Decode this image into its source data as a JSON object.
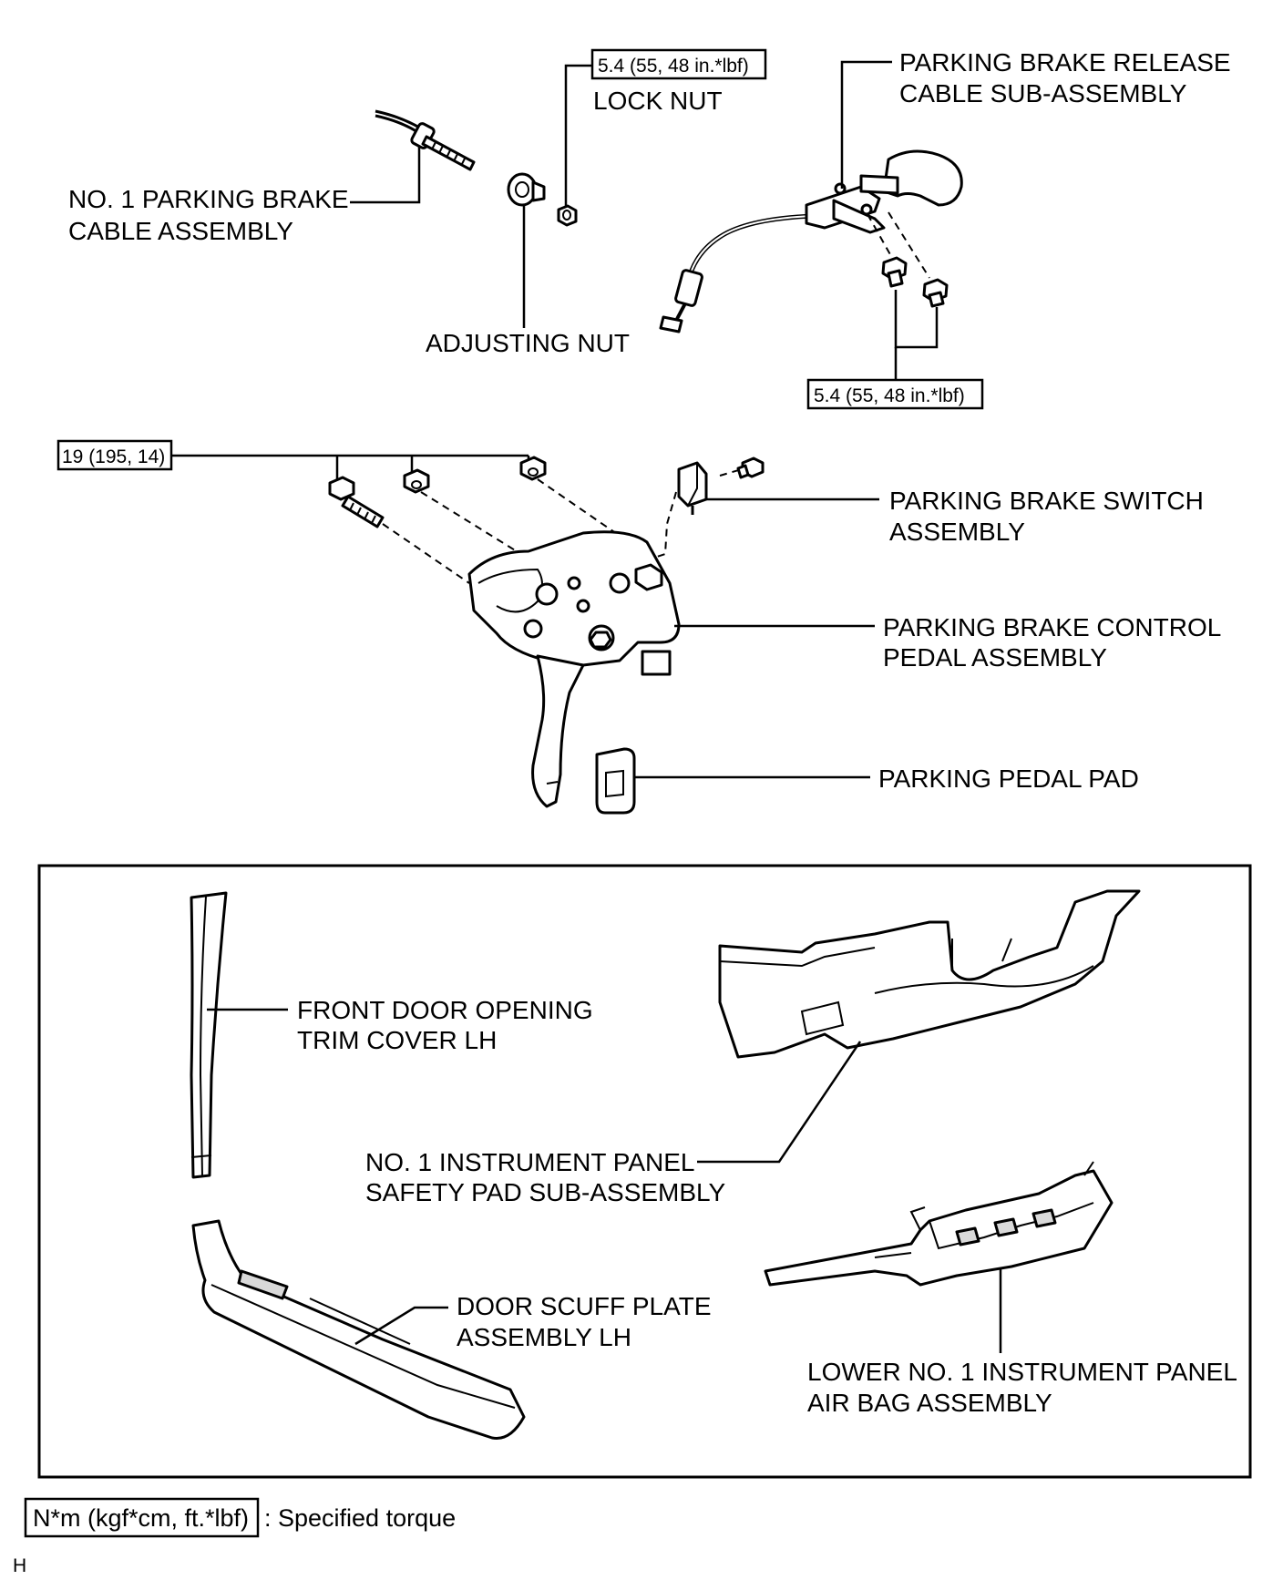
{
  "labels": {
    "lock_nut": "LOCK NUT",
    "release_cable_1": "PARKING BRAKE RELEASE",
    "release_cable_2": "CABLE SUB-ASSEMBLY",
    "cable_assy_1": "NO. 1 PARKING BRAKE",
    "cable_assy_2": "CABLE ASSEMBLY",
    "adjusting_nut": "ADJUSTING NUT",
    "switch_1": "PARKING BRAKE SWITCH",
    "switch_2": "ASSEMBLY",
    "pedal_1": "PARKING BRAKE CONTROL",
    "pedal_2": "PEDAL ASSEMBLY",
    "pedal_pad": "PARKING PEDAL PAD",
    "trim_cover_1": "FRONT DOOR OPENING",
    "trim_cover_2": "TRIM COVER LH",
    "safety_pad_1": "NO. 1 INSTRUMENT PANEL",
    "safety_pad_2": "SAFETY PAD SUB-ASSEMBLY",
    "scuff_plate_1": "DOOR SCUFF PLATE",
    "scuff_plate_2": "ASSEMBLY LH",
    "air_bag_1": "LOWER NO. 1 INSTRUMENT PANEL",
    "air_bag_2": "AIR BAG ASSEMBLY"
  },
  "torques": {
    "lock_nut": "5.4 (55, 48 in.*lbf)",
    "release_cable_bolts": "5.4 (55, 48 in.*lbf)",
    "pedal_fasteners": "19 (195, 14)"
  },
  "legend": {
    "unit": "N*m (kgf*cm, ft.*lbf)",
    "text": ": Specified torque"
  },
  "corner_mark": "H"
}
